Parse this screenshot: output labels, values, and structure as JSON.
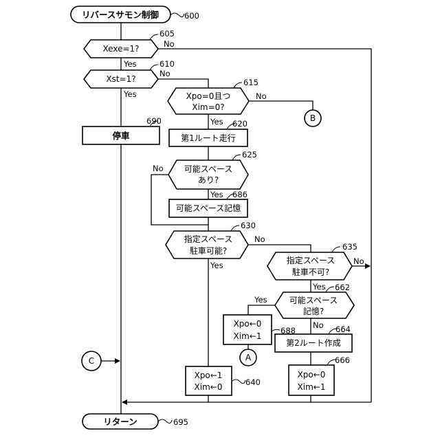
{
  "start": {
    "label": "リバースサモン制御",
    "ref": "600"
  },
  "end": {
    "label": "リターン",
    "ref": "695"
  },
  "decisions": {
    "d605": {
      "label": "Xexe=1?",
      "ref": "605"
    },
    "d610": {
      "label": "Xst=1?",
      "ref": "610"
    },
    "d615": {
      "line1": "Xpo=0且つ",
      "line2": "Xim=0?",
      "ref": "615"
    },
    "d625": {
      "line1": "可能スペース",
      "line2": "あり?",
      "ref": "625"
    },
    "d630": {
      "line1": "指定スペース",
      "line2": "駐車可能?",
      "ref": "630"
    },
    "d635": {
      "line1": "指定スペース",
      "line2": "駐車不可?",
      "ref": "635"
    },
    "d662": {
      "line1": "可能スペース",
      "line2": "記憶?",
      "ref": "662"
    }
  },
  "processes": {
    "p690": {
      "label": "停車",
      "ref": "690"
    },
    "p620": {
      "label": "第1ルート走行",
      "ref": "620"
    },
    "p686": {
      "label": "可能スペース記憶",
      "ref": "686"
    },
    "p688": {
      "line1": "Xpo←0",
      "line2": "Xim←1",
      "ref": "688"
    },
    "p664": {
      "label": "第2ルート作成",
      "ref": "664"
    },
    "p640": {
      "line1": "Xpo←1",
      "line2": "Xim←0",
      "ref": "640"
    },
    "p666": {
      "line1": "Xpo←0",
      "line2": "Xim←1",
      "ref": "666"
    }
  },
  "connectors": {
    "B": "B",
    "A": "A",
    "C": "C"
  },
  "branch_labels": {
    "yes": "Yes",
    "no": "No"
  }
}
